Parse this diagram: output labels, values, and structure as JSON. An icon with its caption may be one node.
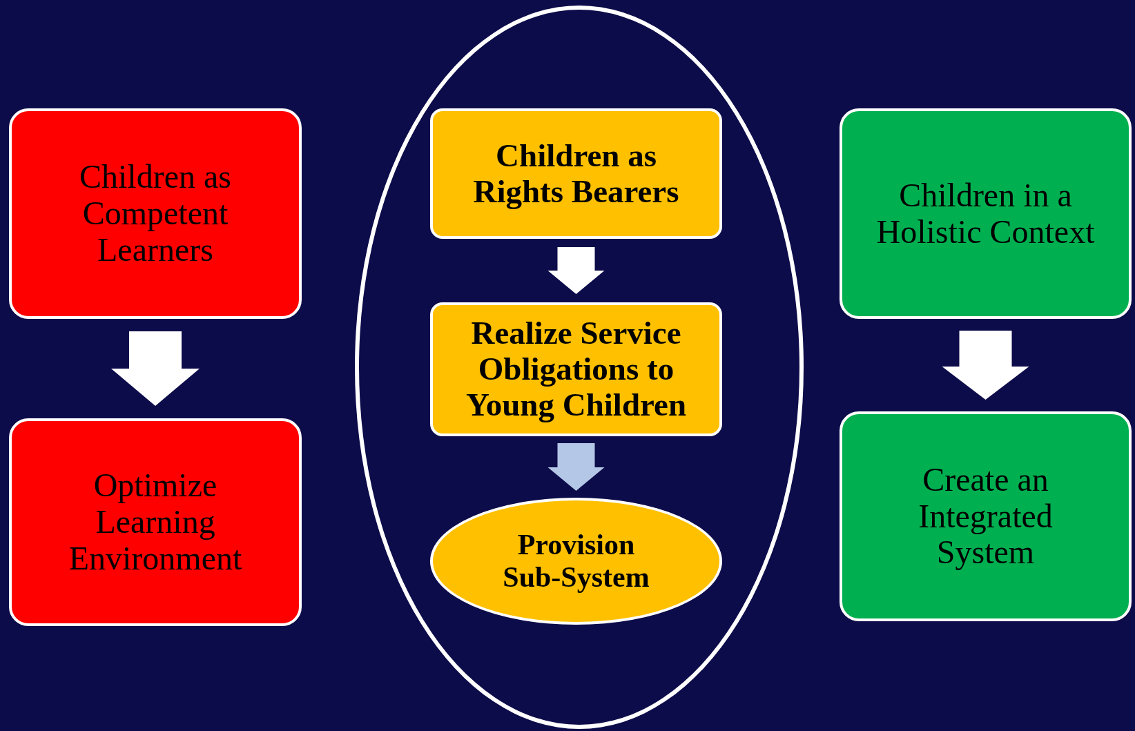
{
  "diagram": {
    "nodes": [
      {
        "text": [
          "Children as Competent Learners"
        ]
      },
      {
        "text": [
          "Optimize Learning Environment"
        ]
      },
      {
        "text": [],
        "shape": "ellipse"
      },
      {
        "text": [
          "Children as Rights Bearers"
        ],
        "in": 2
      },
      {
        "text": [
          "Realize Service Obligations to Young Children"
        ],
        "in": 2
      },
      {
        "text": [
          "Provision Sub-System"
        ],
        "in": 2
      },
      {
        "text": [
          "Children in a Holistic Context"
        ]
      },
      {
        "text": [
          "Create an Integrated System"
        ]
      }
    ],
    "edges": [
      {
        "from": 0,
        "to": 1,
        "arrow": "to"
      },
      {
        "from": 3,
        "to": 4,
        "arrow": "to"
      },
      {
        "from": 4,
        "to": 5,
        "arrow": "to",
        "color": "#b4c7e7"
      },
      {
        "from": 6,
        "to": 7,
        "arrow": "to"
      }
    ]
  }
}
